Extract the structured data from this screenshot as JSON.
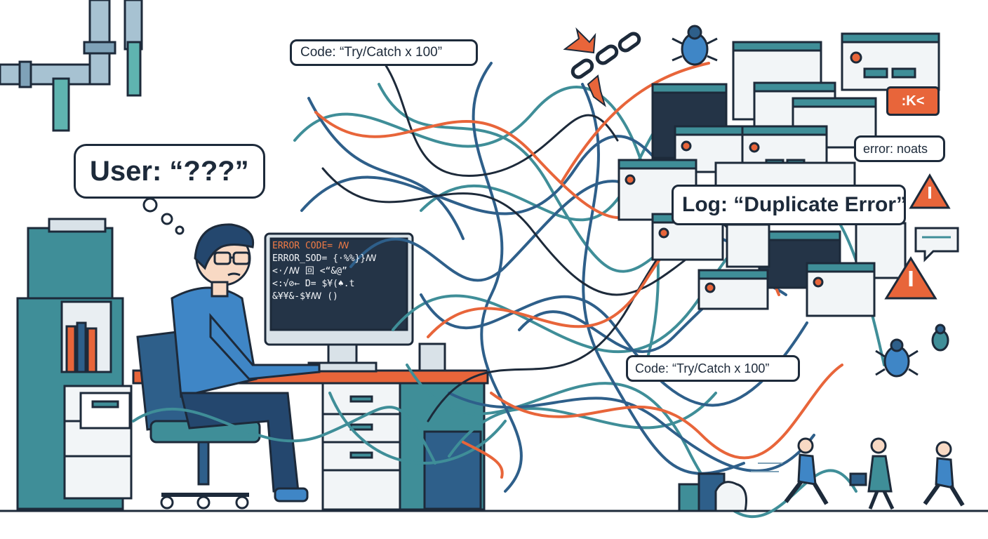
{
  "bubbles": {
    "user": "User: “???”",
    "code_top": "Code: “Try/Catch x 100”",
    "code_bottom": "Code: “Try/Catch x 100”",
    "log": "Log: “Duplicate Error”",
    "error_note": "error: noats",
    "symbol_note": ":K<"
  },
  "monitor_lines": [
    "ERROR CODE= ꟿ",
    "ERROR_SOD= {·%%}}ꟿ",
    "<·/ꟿ 回 <“&@”",
    "<:√⊘← Ɒ= $¥(♠.t",
    "&¥¥&-$¥ꟿ ()"
  ],
  "colors": {
    "ink": "#1d2a3a",
    "teal": "#3f8e98",
    "blue": "#2e5f8a",
    "orange": "#e8653a",
    "shirt": "#3f86c6",
    "screen": "#243447"
  }
}
